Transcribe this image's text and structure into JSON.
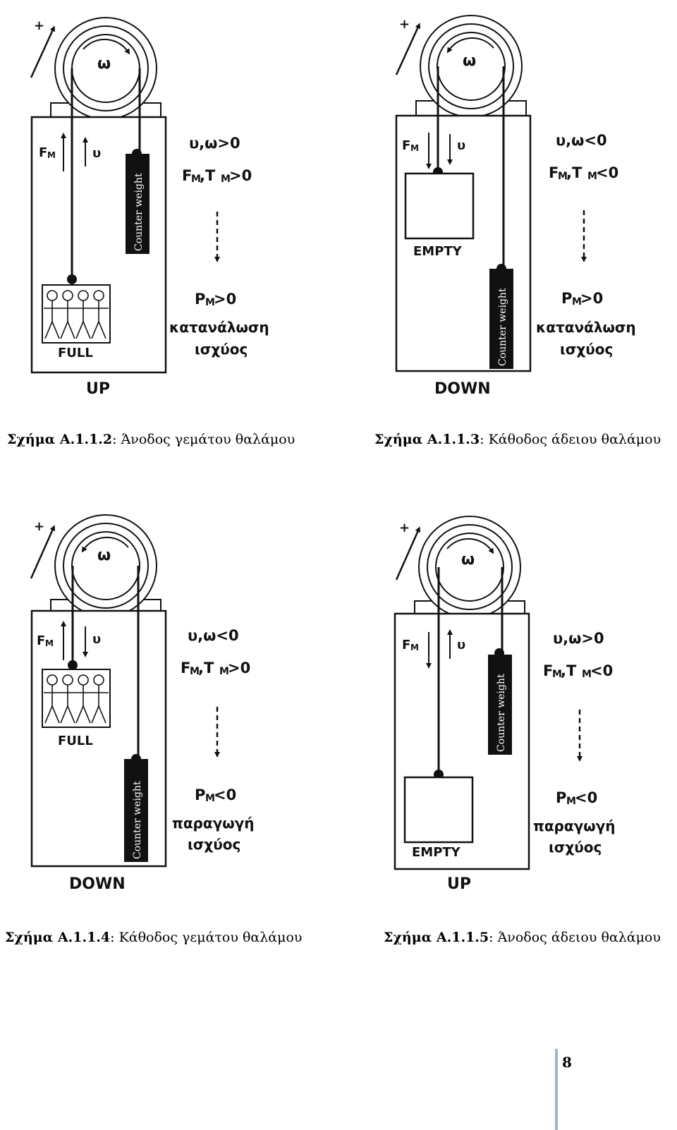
{
  "figures": [
    {
      "direction": "UP",
      "cabin": "FULL",
      "force_label": "F",
      "force_sub": "M",
      "velocity_label": "υ",
      "omega": "ω",
      "plus": "+",
      "cond1": "υ,ω>0",
      "cond2_a": "F",
      "cond2_b": ",T",
      "cond2_c": ">0",
      "power_a": "P",
      "power_b": ">0",
      "power_text_1": "κατανάλωση",
      "power_text_2": "ισχύος",
      "sub_m": "M",
      "counterweight": "Counter weight",
      "caption_num": "Σχήμα Α.1.1.2",
      "caption_text": ": Άνοδος γεμάτου θαλάμου"
    },
    {
      "direction": "DOWN",
      "cabin": "EMPTY",
      "force_label": "F",
      "force_sub": "M",
      "velocity_label": "υ",
      "omega": "ω",
      "plus": "+",
      "cond1": "υ,ω<0",
      "cond2_a": "F",
      "cond2_b": ",T",
      "cond2_c": "<0",
      "power_a": "P",
      "power_b": ">0",
      "power_text_1": "κατανάλωση",
      "power_text_2": "ισχύος",
      "sub_m": "M",
      "counterweight": "Counter weight",
      "caption_num": "Σχήμα Α.1.1.3",
      "caption_text": ": Κάθοδος άδειου θαλάμου"
    },
    {
      "direction": "DOWN",
      "cabin": "FULL",
      "force_label": "F",
      "force_sub": "M",
      "velocity_label": "υ",
      "omega": "ω",
      "plus": "+",
      "cond1": "υ,ω<0",
      "cond2_a": "F",
      "cond2_b": ",T",
      "cond2_c": ">0",
      "power_a": "P",
      "power_b": "<0",
      "power_text_1": "παραγωγή",
      "power_text_2": "ισχύος",
      "sub_m": "M",
      "counterweight": "Counter weight",
      "caption_num": "Σχήμα Α.1.1.4",
      "caption_text": ": Κάθοδος γεμάτου θαλάμου"
    },
    {
      "direction": "UP",
      "cabin": "EMPTY",
      "force_label": "F",
      "force_sub": "M",
      "velocity_label": "υ",
      "omega": "ω",
      "plus": "+",
      "cond1": "υ,ω>0",
      "cond2_a": "F",
      "cond2_b": ",T",
      "cond2_c": "<0",
      "power_a": "P",
      "power_b": "<0",
      "power_text_1": "παραγωγή",
      "power_text_2": "ισχύος",
      "sub_m": "M",
      "counterweight": "Counter weight",
      "caption_num": "Σχήμα Α.1.1.5",
      "caption_text": ": Άνοδος άδειου θαλάμου"
    }
  ],
  "page_number": "8"
}
